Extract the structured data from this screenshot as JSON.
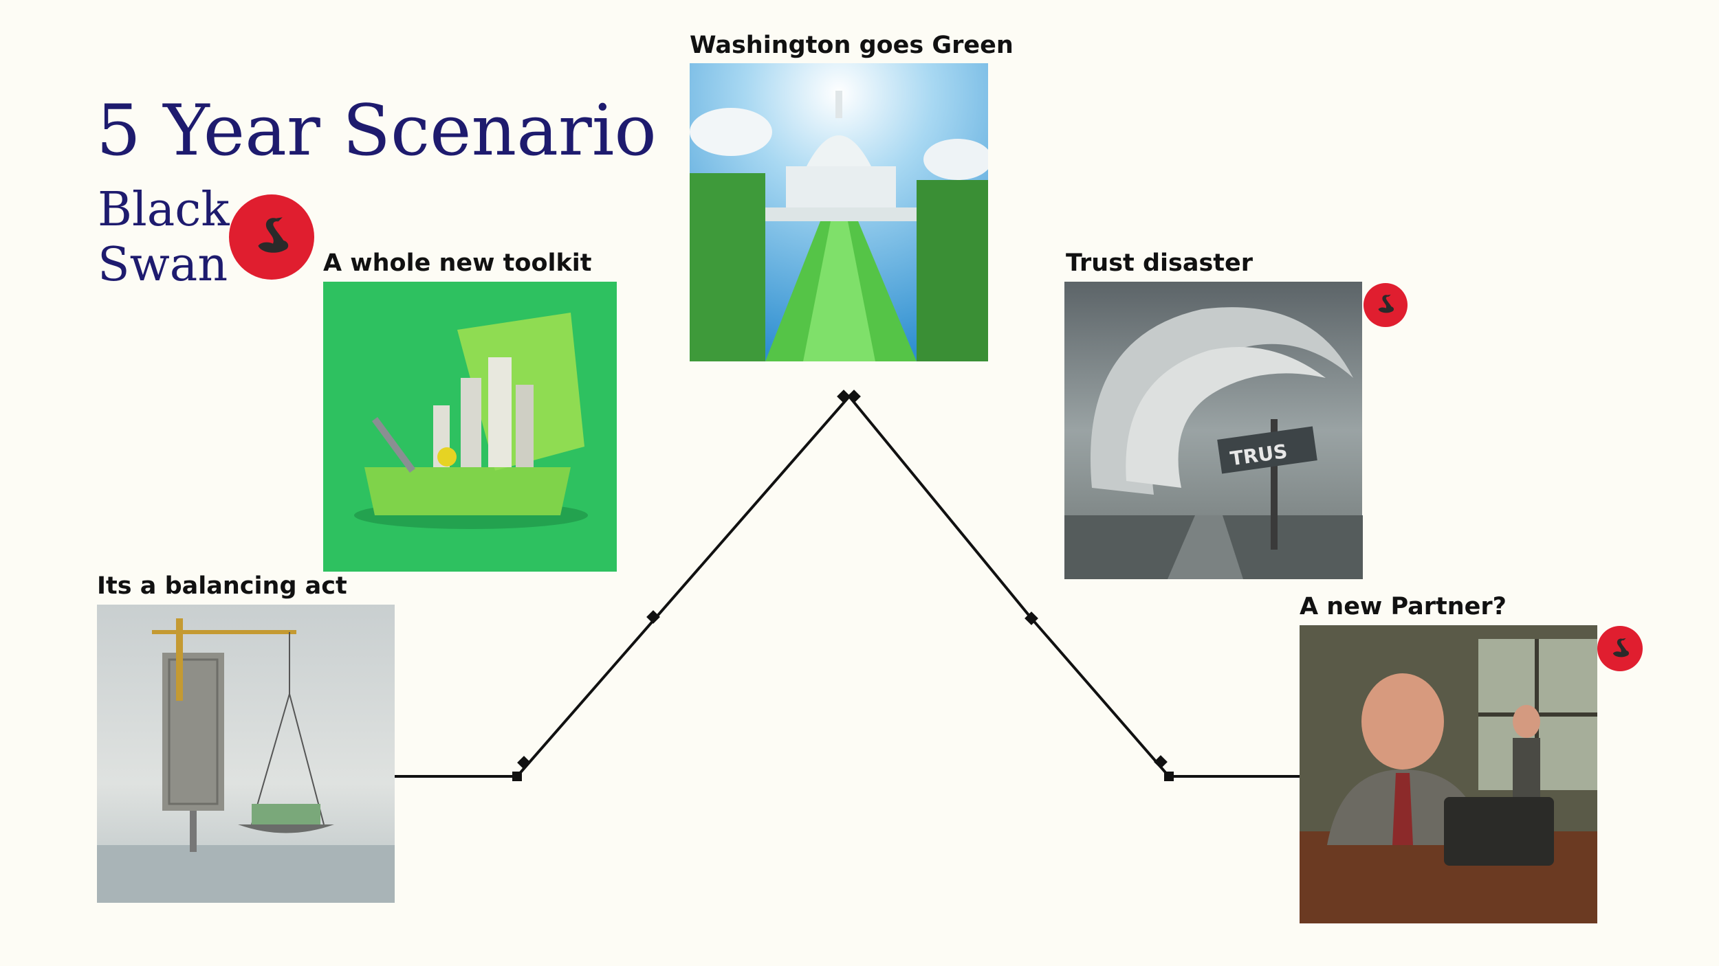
{
  "title": "5 Year Scenario",
  "subtitle_line1": "Black",
  "subtitle_line2": "Swan",
  "icons": {
    "black_swan_badge": "swan-icon",
    "badge_color": "#e01e2f",
    "title_color": "#1e1b6e"
  },
  "scenarios": [
    {
      "label": "Its a balancing act",
      "image": "building-on-scale"
    },
    {
      "label": "A whole new toolkit",
      "image": "green-toolbox"
    },
    {
      "label": "Washington goes Green",
      "image": "capitol-green-stairs"
    },
    {
      "label": "Trust disaster",
      "image": "trust-storm",
      "black_swan": true
    },
    {
      "label": "A new Partner?",
      "image": "laughing-businessmen",
      "black_swan": true
    }
  ]
}
